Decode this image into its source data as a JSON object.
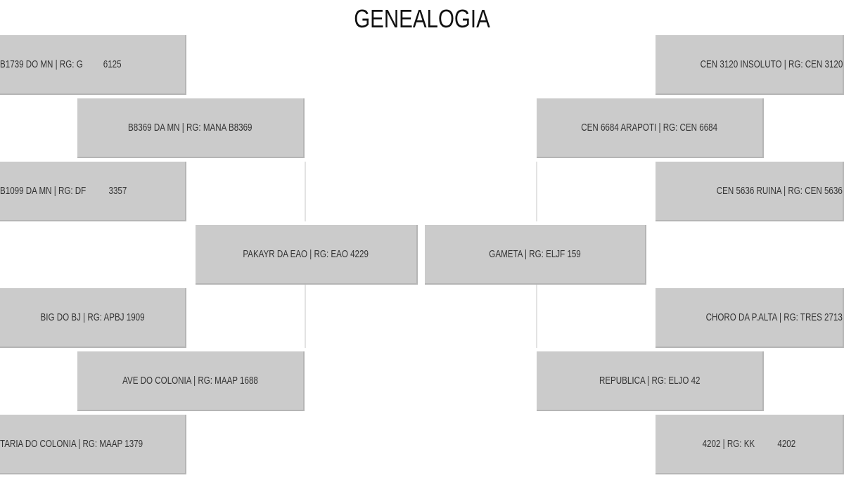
{
  "title": "GENEALOGIA",
  "sire": {
    "label": "PAKAYR DA EAO | RG: EAO 4229",
    "sire": {
      "label": "B8369 DA MN | RG: MANA B8369"
    },
    "sire_sire": {
      "label": "B1739 DO MN | RG: G         6125"
    },
    "sire_dam": {
      "label": "B1099 DA MN | RG: DF          3357"
    },
    "dam": {
      "label": "AVE DO COLONIA | RG: MAAP 1688"
    },
    "dam_sire": {
      "label": "BIG DO BJ | RG: APBJ 1909"
    },
    "dam_dam": {
      "label": "TARIA DO COLONIA | RG: MAAP 1379"
    }
  },
  "dam": {
    "label": "GAMETA | RG: ELJF 159",
    "sire": {
      "label": "CEN 6684 ARAPOTI | RG: CEN 6684"
    },
    "sire_sire": {
      "label": "CEN 3120 INSOLUTO | RG: CEN 3120"
    },
    "sire_dam": {
      "label": "CEN 5636 RUINA | RG: CEN 5636"
    },
    "dam": {
      "label": "REPUBLICA | RG: ELJO 42"
    },
    "dam_sire": {
      "label": "CHORO DA P.ALTA | RG: TRES 2713"
    },
    "dam_dam": {
      "label": "4202 | RG: KK          4202"
    }
  },
  "colors": {
    "box": "#cbcbcb",
    "text": "#333333",
    "connector": "#e3e3e3"
  }
}
